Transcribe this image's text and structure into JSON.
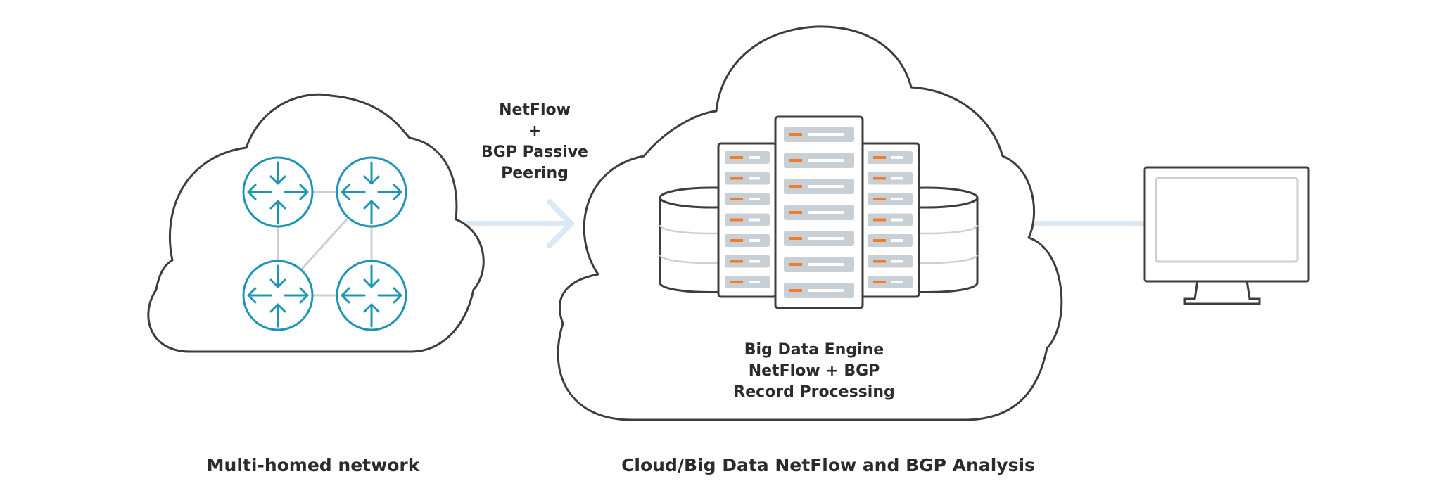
{
  "arrow_label": {
    "line1": "NetFlow",
    "line2": "+",
    "line3": "BGP Passive",
    "line4": "Peering"
  },
  "engine_label": {
    "line1": "Big Data Engine",
    "line2": "NetFlow + BGP",
    "line3": "Record Processing"
  },
  "captions": {
    "left": "Multi-homed network",
    "right": "Cloud/Big Data NetFlow and BGP Analysis"
  },
  "colors": {
    "router": "#1f95b5",
    "server_led": "#f07c2e",
    "flow": "#dce9f2",
    "outline": "#3d3d3d",
    "text": "#2b2b2b"
  },
  "icons": {
    "router": "router-icon",
    "server": "server-rack-icon",
    "database": "database-icon",
    "monitor": "monitor-icon"
  }
}
